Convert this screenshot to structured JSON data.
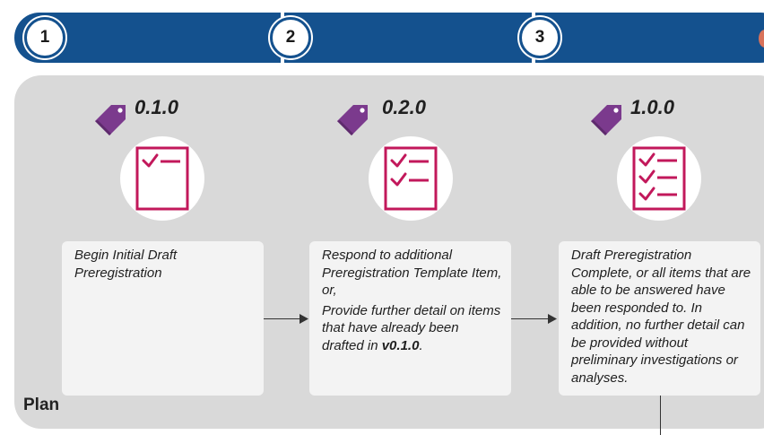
{
  "steps": [
    {
      "number": "1"
    },
    {
      "number": "2"
    },
    {
      "number": "3"
    }
  ],
  "plan": {
    "label": "Plan"
  },
  "stages": [
    {
      "version": "0.1.0",
      "icon": "checklist-1-item-icon",
      "lines": [
        "Begin Initial Draft Preregistration"
      ]
    },
    {
      "version": "0.2.0",
      "icon": "checklist-2-items-icon",
      "line1": "Respond to additional Preregistration Template Item, or,",
      "line2_prefix": "Provide further detail on items that have already been drafted in ",
      "line2_bold": "v0.1.0",
      "line2_suffix": "."
    },
    {
      "version": "1.0.0",
      "icon": "checklist-3-items-icon",
      "lines": [
        "Draft Preregistration Complete, or all items that are able to be answered have been responded to. In addition, no further detail can be provided without preliminary investigations or analyses."
      ]
    }
  ],
  "colors": {
    "step_bar": "#14518e",
    "tag": "#7b3a8d",
    "checklist": "#c2185b",
    "panel": "#d9d9d9",
    "card": "#f3f3f3"
  }
}
